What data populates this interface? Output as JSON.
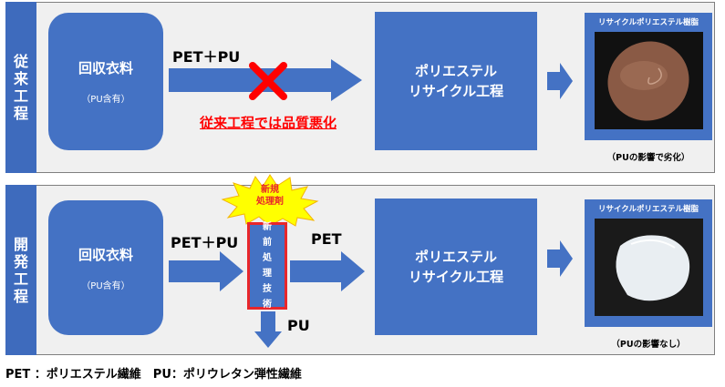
{
  "colors": {
    "box": "#4472c4",
    "side": "#3e6bbd",
    "panel": "#f0f0f0",
    "warning": "#ff0000",
    "burst": "#ffff00"
  },
  "row_conventional": {
    "side_label": "従\n来\n工\n程",
    "source_box": {
      "title": "回収衣料",
      "subtitle": "（PU含有）"
    },
    "arrow_label": "PET＋PU",
    "blocked_icon": "red-x-icon",
    "warning": "従来工程では品質悪化",
    "process_box": {
      "line1": "ポリエステル",
      "line2": "リサイクル工程"
    },
    "result_title": "リサイクルポリエステル樹脂",
    "result_caption": "（PUの影響で劣化）"
  },
  "row_developed": {
    "side_label": "開\n発\n工\n程",
    "source_box": {
      "title": "回収衣料",
      "subtitle": "（PU含有）"
    },
    "arrow_in_label": "PET＋PU",
    "new_agent_burst": "新規\n処理剤",
    "tech_box": "新\n前\n処\n理\n技\n術",
    "arrow_out_label": "PET",
    "down_label": "PU",
    "process_box": {
      "line1": "ポリエステル",
      "line2": "リサイクル工程"
    },
    "result_title": "リサイクルポリエステル樹脂",
    "result_caption": "（PUの影響なし）"
  },
  "footer": "PET ：ポリエステル繊維　PU：ポリウレタン弾性繊維"
}
